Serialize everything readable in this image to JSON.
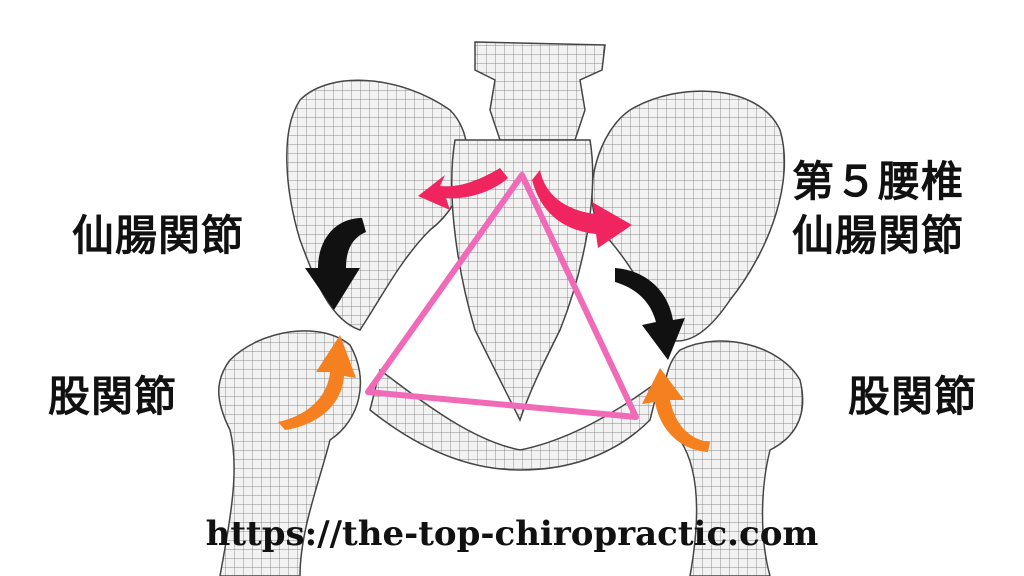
{
  "labels": {
    "left_sacroiliac": "仙腸関節",
    "left_hip": "股関節",
    "right_lumbar": "第５腰椎",
    "right_sacroiliac": "仙腸関節",
    "right_hip": "股関節"
  },
  "url": "https://the-top-chiropractic.com",
  "colors": {
    "triangle": "#f06ab8",
    "pink_arrow": "#f0245e",
    "black_arrow": "#111111",
    "orange_arrow": "#f5801f",
    "bone": "#eeeeee",
    "mesh": "#555555"
  }
}
